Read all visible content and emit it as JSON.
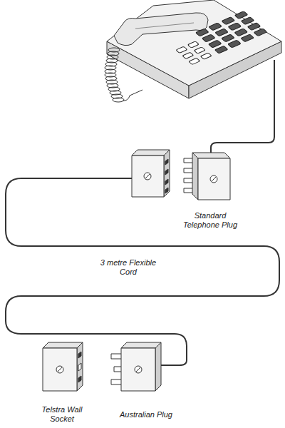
{
  "diagram": {
    "labels": [
      "Standard Telephone Plug",
      "3 metre Flexible Cord",
      "Telstra Wall Socket",
      "Australian Plug"
    ]
  }
}
